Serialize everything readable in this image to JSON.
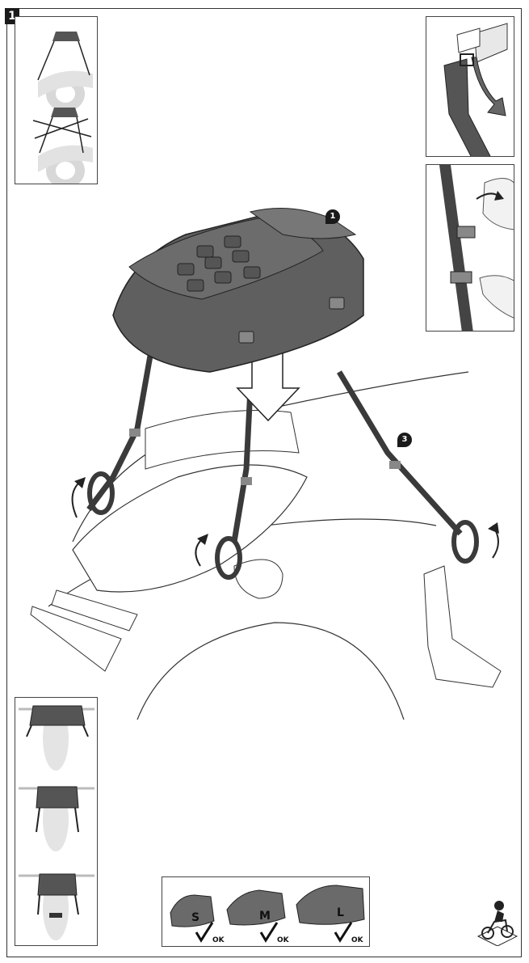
{
  "step_number": "1",
  "callouts": {
    "bag": "1",
    "strap": "3"
  },
  "sizes": [
    {
      "label": "S",
      "status": "OK"
    },
    {
      "label": "M",
      "status": "OK"
    },
    {
      "label": "L",
      "status": "OK"
    }
  ],
  "icons": {
    "check": "checkmark-icon",
    "rotate": "rotate-arrow-icon",
    "down": "down-arrow-icon",
    "rider": "motorcycle-rider-icon"
  }
}
